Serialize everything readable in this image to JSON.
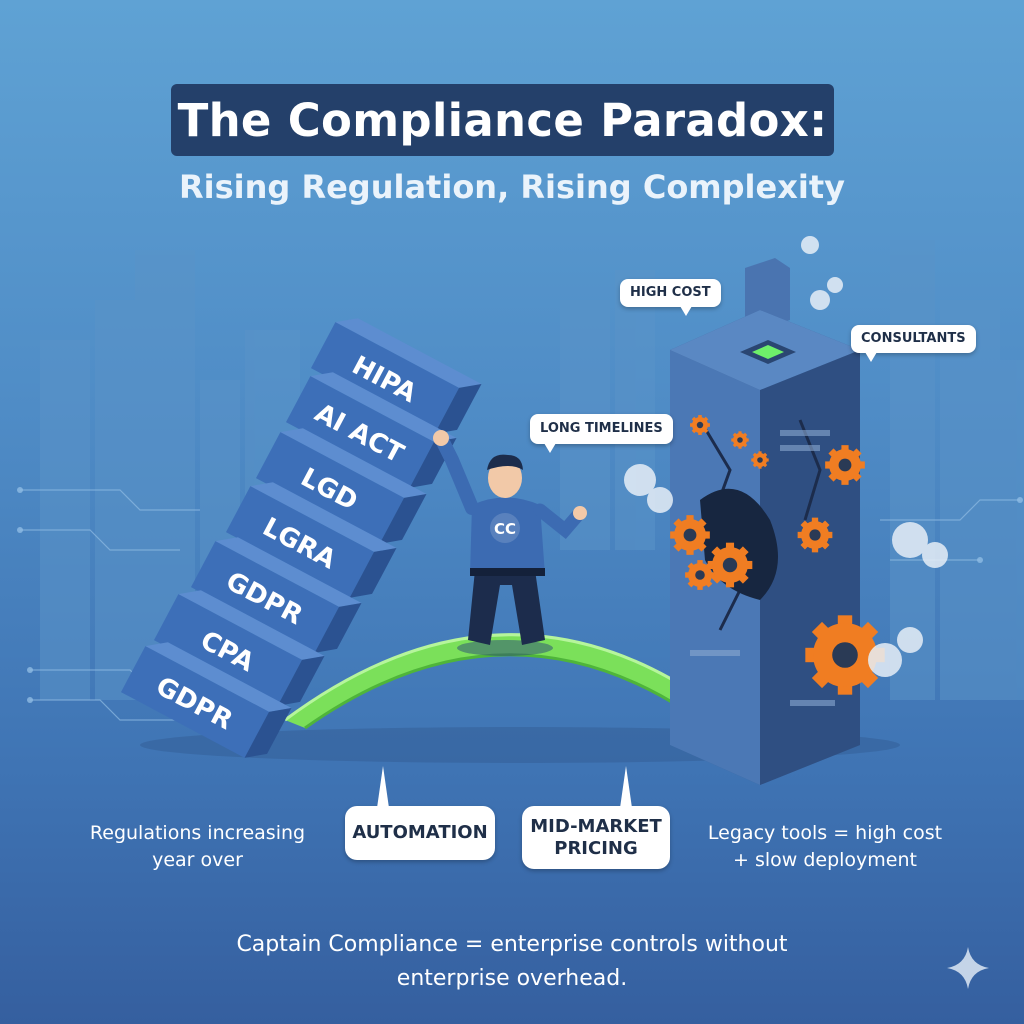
{
  "title": "The Compliance Paradox:",
  "subtitle": "Rising Regulation, Rising Complexity",
  "regulation_blocks": [
    "HIPA",
    "AI ACT",
    "LGD",
    "LGRA",
    "GDPR",
    "CPA",
    "GDPR"
  ],
  "hero_emblem": "CC",
  "bubbles": {
    "high_cost": "HIGH COST",
    "consultants": "CONSULTANTS",
    "long_timelines": "LONG TIMELINES",
    "automation": "AUTOMATION",
    "mid_market_line1": "MID-MARKET",
    "mid_market_line2": "PRICING"
  },
  "captions": {
    "left_line1": "Regulations increasing",
    "left_line2": "year over",
    "right_line1": "Legacy tools = high cost",
    "right_line2": "+ slow deployment"
  },
  "footer": {
    "line1": "Captain Compliance = enterprise controls without",
    "line2": "enterprise overhead."
  },
  "icons": [
    "sparkle-icon",
    "gear-icon",
    "chip-icon"
  ],
  "colors": {
    "title_bg": "#24406a",
    "block_face": "#3d6fb8",
    "bridge_green": "#7be05a",
    "gear_orange": "#f07d22",
    "machine_blue": "#3a5f96"
  }
}
